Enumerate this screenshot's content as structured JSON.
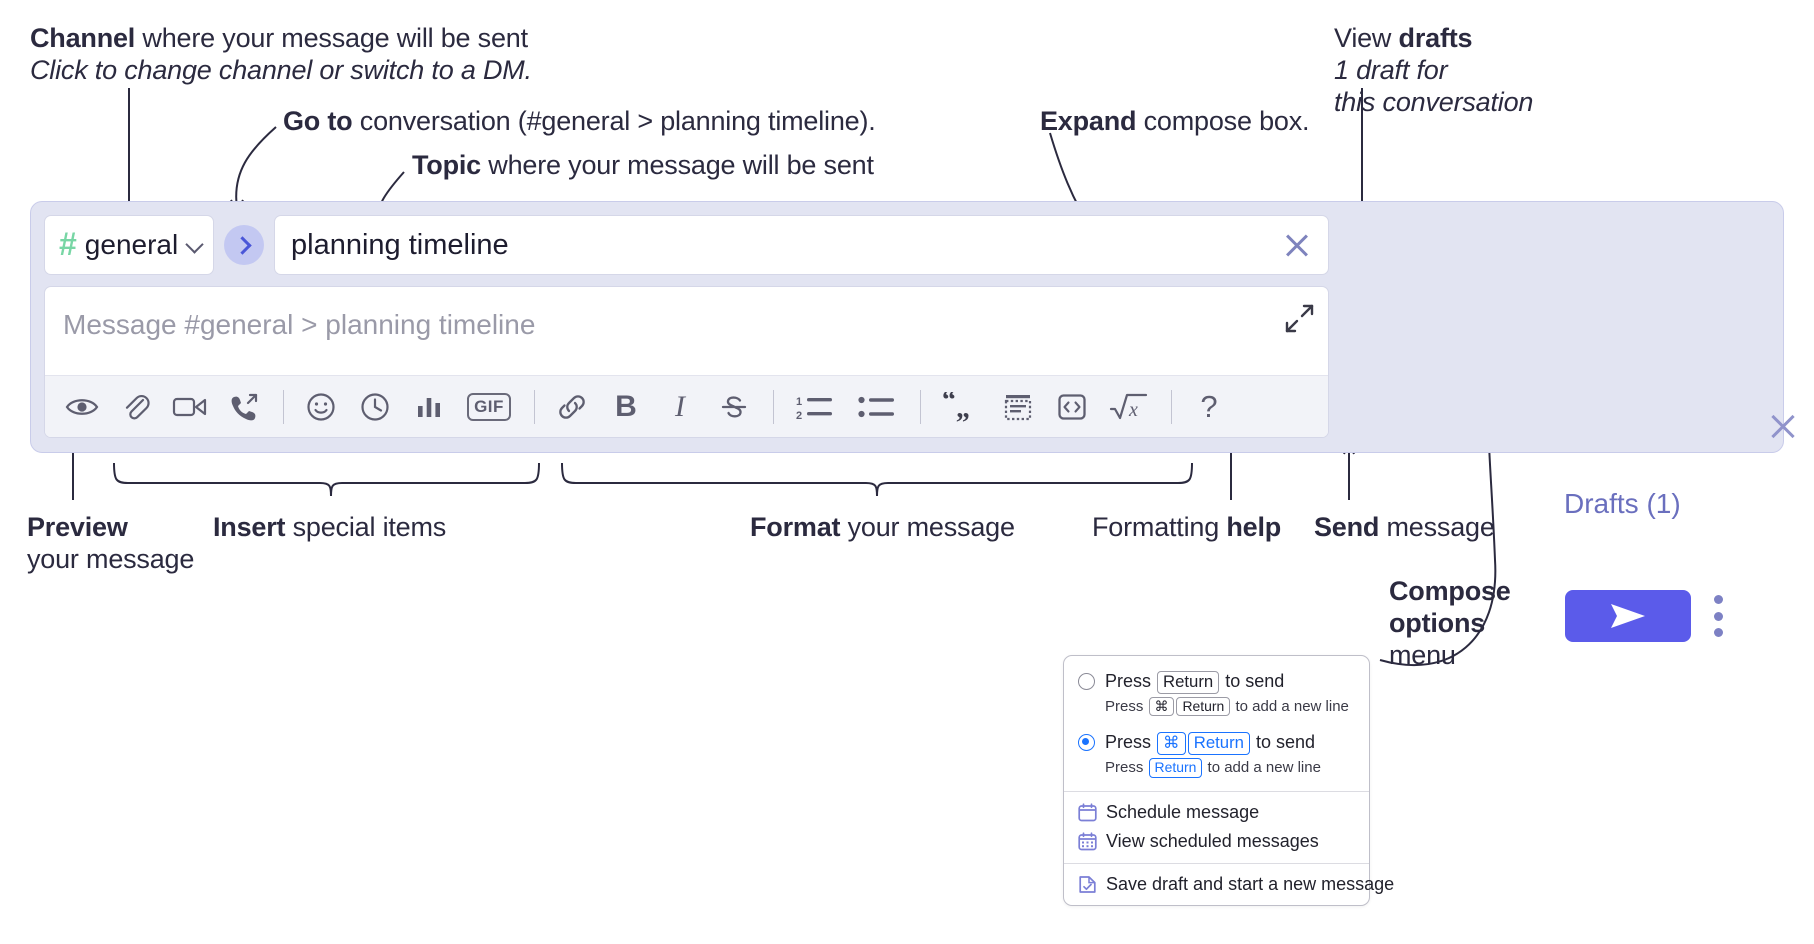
{
  "annotations": {
    "channel": {
      "bold": "Channel",
      "rest": " where your message will be sent",
      "italic": "Click to change channel or switch to a DM."
    },
    "goto": {
      "bold": "Go to",
      "rest": " conversation (#general > planning timeline)."
    },
    "topic": {
      "bold": "Topic",
      "rest": " where your message will be sent"
    },
    "expand": {
      "bold": "Expand",
      "rest": " compose box."
    },
    "drafts": {
      "pre": "View ",
      "bold": "drafts",
      "italic_l1": "1 draft for",
      "italic_l2": "this conversation"
    },
    "preview": {
      "bold": "Preview",
      "rest": "your message"
    },
    "insert": {
      "bold": "Insert",
      "rest": " special items"
    },
    "format": {
      "bold": "Format",
      "rest": " your message"
    },
    "formatting_help": {
      "pre": "Formatting ",
      "bold": "help"
    },
    "send": {
      "bold": "Send",
      "rest": " message"
    },
    "compose_options": {
      "bold_l1": "Compose",
      "bold_l2": "options",
      "rest": "menu"
    }
  },
  "compose": {
    "channel_button": {
      "hash": "#",
      "name": "general",
      "chevron": "chevron-down-icon"
    },
    "goto_button_icon": "chevron-right-icon",
    "topic": {
      "value": "planning timeline",
      "clear_icon": "close-icon"
    },
    "message": {
      "placeholder": "Message #general > planning timeline",
      "value": ""
    },
    "expand_icon": "expand-icon",
    "toolbar": [
      {
        "name": "preview-button",
        "icon": "eye-icon",
        "label": "Preview"
      },
      {
        "name": "attach-button",
        "icon": "paperclip-icon",
        "label": "Attach file"
      },
      {
        "name": "video-clip-button",
        "icon": "video-camera-icon",
        "label": "Record video clip"
      },
      {
        "name": "audio-clip-button",
        "icon": "phone-forward-icon",
        "label": "Record audio clip"
      },
      {
        "name": "separator-1",
        "icon": "divider",
        "label": ""
      },
      {
        "name": "emoji-button",
        "icon": "smiley-icon",
        "label": "Emoji"
      },
      {
        "name": "reminder-button",
        "icon": "clock-icon",
        "label": "Reminder"
      },
      {
        "name": "poll-button",
        "icon": "bar-chart-icon",
        "label": "Poll"
      },
      {
        "name": "gif-button",
        "icon": "gif-icon",
        "label": "GIF"
      },
      {
        "name": "separator-2",
        "icon": "divider",
        "label": ""
      },
      {
        "name": "link-button",
        "icon": "link-icon",
        "label": "Link"
      },
      {
        "name": "bold-button",
        "icon": "bold-icon",
        "label": "B"
      },
      {
        "name": "italic-button",
        "icon": "italic-icon",
        "label": "I"
      },
      {
        "name": "strikethrough-button",
        "icon": "strikethrough-icon",
        "label": "S"
      },
      {
        "name": "separator-3",
        "icon": "divider",
        "label": ""
      },
      {
        "name": "ordered-list-button",
        "icon": "ordered-list-icon",
        "label": "Ordered list"
      },
      {
        "name": "bulleted-list-button",
        "icon": "bulleted-list-icon",
        "label": "Bulleted list"
      },
      {
        "name": "separator-4",
        "icon": "divider",
        "label": ""
      },
      {
        "name": "blockquote-button",
        "icon": "blockquote-icon",
        "label": "Blockquote"
      },
      {
        "name": "code-block-button",
        "icon": "code-block-icon",
        "label": "Code block"
      },
      {
        "name": "code-inline-button",
        "icon": "code-inline-icon",
        "label": "Code"
      },
      {
        "name": "math-button",
        "icon": "math-icon",
        "label": "Math"
      },
      {
        "name": "separator-5",
        "icon": "divider",
        "label": ""
      },
      {
        "name": "formatting-help-button",
        "icon": "question-mark-icon",
        "label": "?"
      }
    ],
    "gif_label": "GIF",
    "bold_label": "B",
    "italic_label": "I",
    "help_label": "?",
    "drafts_link": "Drafts (1)",
    "send_button_icon": "send-paper-plane-icon",
    "kebab_icon": "vertical-dots-icon",
    "panel_close_icon": "close-icon"
  },
  "options_menu": {
    "option_1": {
      "selected": false,
      "main_pre": "Press ",
      "main_key": "Return",
      "main_post": " to send",
      "sub_pre": "Press ",
      "sub_key1": "⌘",
      "sub_key2": "Return",
      "sub_post": " to add a new line"
    },
    "option_2": {
      "selected": true,
      "main_pre": "Press ",
      "main_key1": "⌘",
      "main_key2": "Return",
      "main_post": " to send",
      "sub_pre": "Press ",
      "sub_key": "Return",
      "sub_post": " to add a new line"
    },
    "items": [
      {
        "label": "Schedule message",
        "icon": "calendar-icon"
      },
      {
        "label": "View scheduled messages",
        "icon": "calendar-grid-icon"
      },
      {
        "label": "Save draft and start a new message",
        "icon": "document-check-icon"
      }
    ]
  },
  "colors": {
    "compose_bg": "#e2e4f2",
    "send_button": "#5b5bea",
    "hash_green": "#78d6a5",
    "drafts_link": "#6a6fbe",
    "accent_blue": "#1a73ff",
    "text": "#2b2a3f"
  }
}
